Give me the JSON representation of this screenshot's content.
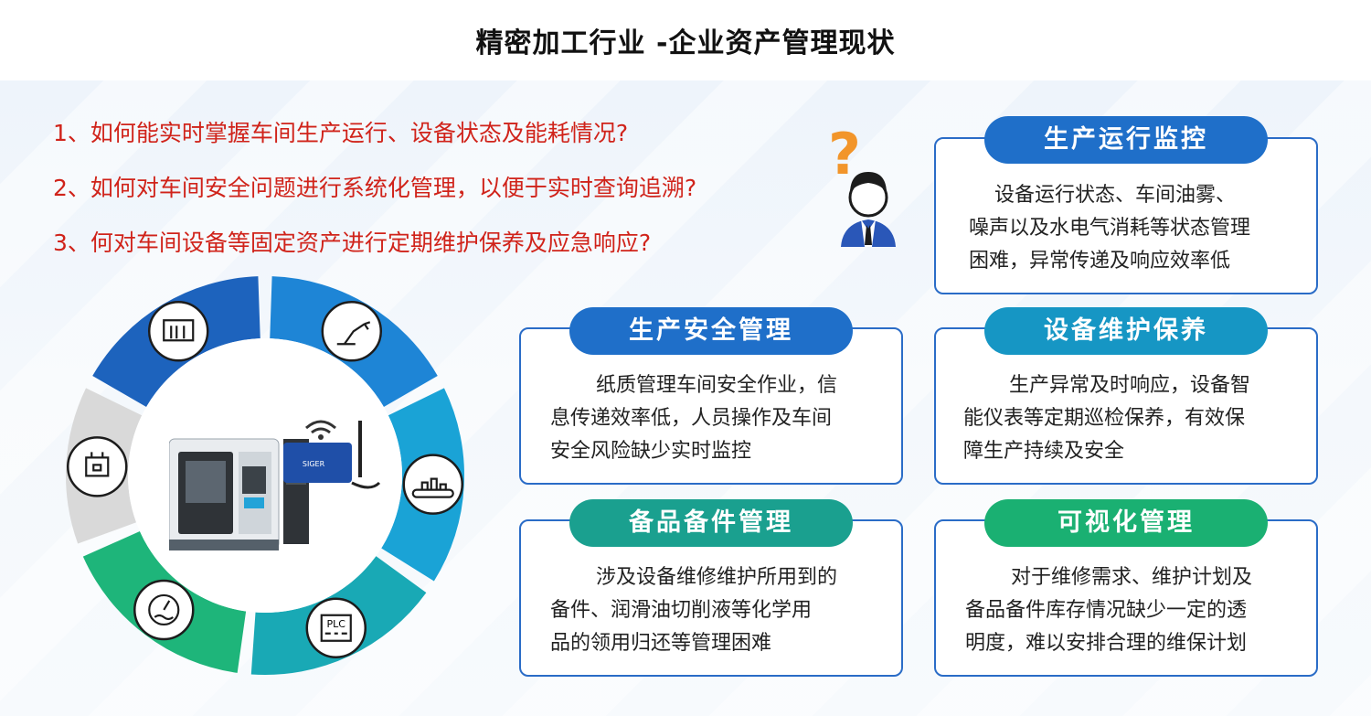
{
  "title": "精密加工行业 -企业资产管理现状",
  "questions": [
    "1、如何能实时掌握车间生产运行、设备状态及能耗情况?",
    "2、如何对车间安全问题进行系统化管理，以便于实时查询追溯?",
    "3、何对车间设备等固定资产进行定期维护保养及应急响应?"
  ],
  "cards": {
    "production_monitoring": {
      "title": "生产运行监控",
      "lines": [
        "设备运行状态、车间油雾、",
        "噪声以及水电气消耗等状态管理",
        "困难，异常传递及响应效率低"
      ]
    },
    "safety_management": {
      "title": "生产安全管理",
      "lines": [
        "纸质管理车间安全作业，信",
        "息传递效率低，人员操作及车间",
        "安全风险缺少实时监控"
      ]
    },
    "equipment_maintenance": {
      "title": "设备维护保养",
      "lines": [
        "生产异常及时响应，设备智",
        "能仪表等定期巡检保养，有效保",
        "障生产持续及安全"
      ]
    },
    "spare_parts": {
      "title": "备品备件管理",
      "lines": [
        "涉及设备维修维护所用到的",
        "备件、润滑油切削液等化学用",
        "品的领用归还等管理困难"
      ]
    },
    "visualization": {
      "title": "可视化管理",
      "lines": [
        "对于维修需求、维护计划及",
        "备品备件库存情况缺少一定的透",
        "明度，难以安排合理的维保计划"
      ]
    }
  },
  "device": {
    "brand": "SIGER"
  },
  "icons": {
    "question_mark": "?",
    "plc_label": "PLC"
  },
  "colors": {
    "question_red": "#d0231a",
    "pill_blue": "#1f6fc9",
    "pill_teal": "#1696c4",
    "pill_green": "#1ab072",
    "ring_dark_blue": "#1d63bd",
    "ring_blue": "#1e85d6",
    "ring_light_blue": "#1aa3d6",
    "ring_teal": "#19a9b5",
    "ring_green": "#1eb57a",
    "ring_gray": "#d9d9d9"
  }
}
